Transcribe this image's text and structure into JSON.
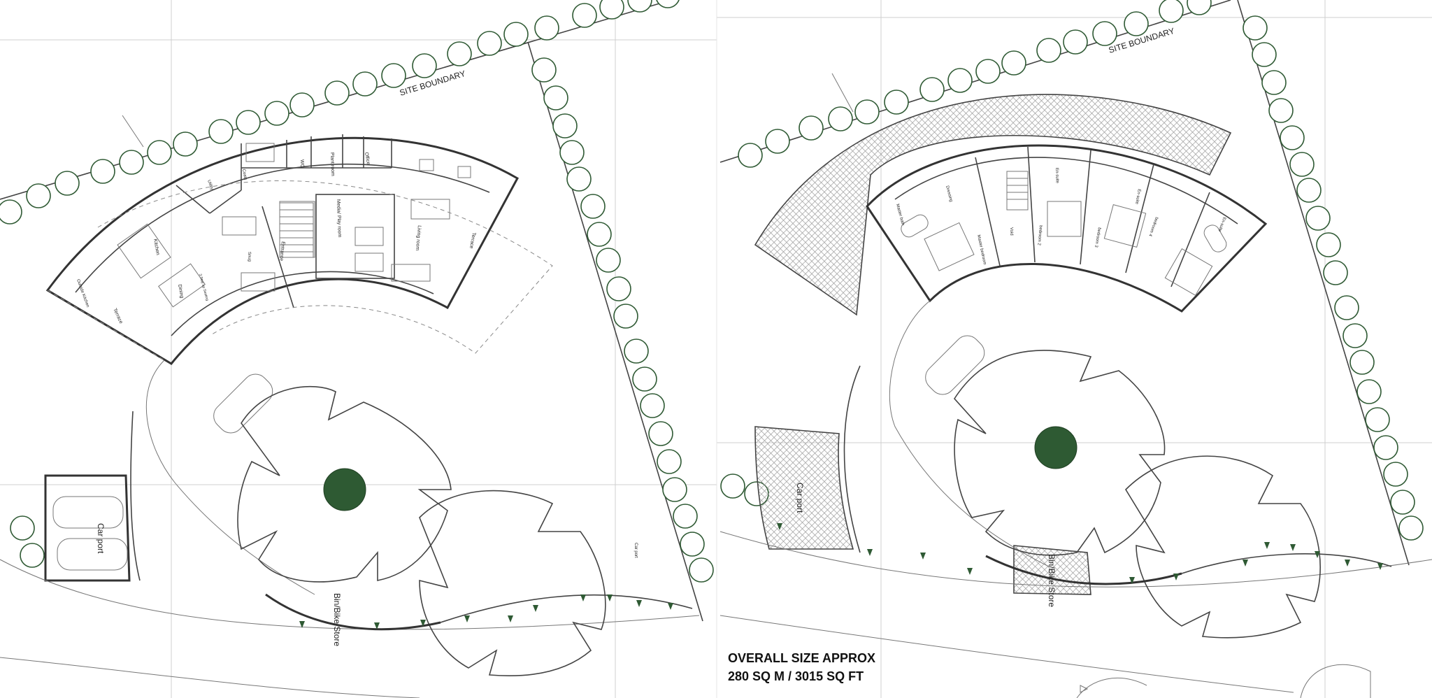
{
  "left_plan": {
    "site_boundary": "SITE BOUNDARY",
    "rooms": {
      "plant_room": "Plant room",
      "wc": "WC",
      "office": "Office",
      "coats": "Coats",
      "utility": "Utility",
      "media_play_room": "Media/ Play room",
      "kitchen": "Kitchen",
      "living_room": "Living room",
      "entrance": "Entrance",
      "snug": "Snug",
      "dining": "Dining",
      "terrace_east": "Terrace",
      "terrace_west": "Terrace",
      "outside_kitchen": "Outside Kitchen",
      "seating": "3 Stay up Seating",
      "car_port": "Car port",
      "car_port_small": "Car port",
      "bin_bike_store": "Bin/Bike Store"
    }
  },
  "right_plan": {
    "site_boundary": "SITE BOUNDARY",
    "rooms": {
      "master_bath": "Master bath",
      "dressing": "Dressing",
      "master_bedroom": "Master bedroom",
      "void": "Void",
      "ensuite_2": "En-suite",
      "bedroom_2": "bedroom 2",
      "ensuite_3": "En-suite",
      "bedroom_3": "bedroom 3",
      "bedroom_4": "bedroom 4",
      "ensuite_4": "En-suite",
      "car_port": "Car port",
      "bin_bike_store": "Bin/Bike Store"
    }
  },
  "size_note": {
    "line1": "OVERALL SIZE APPROX",
    "line2": "280 SQ M / 3015 SQ FT"
  },
  "colors": {
    "tree_stroke": "#2f5a34",
    "central_tree": "#2e5a33"
  }
}
